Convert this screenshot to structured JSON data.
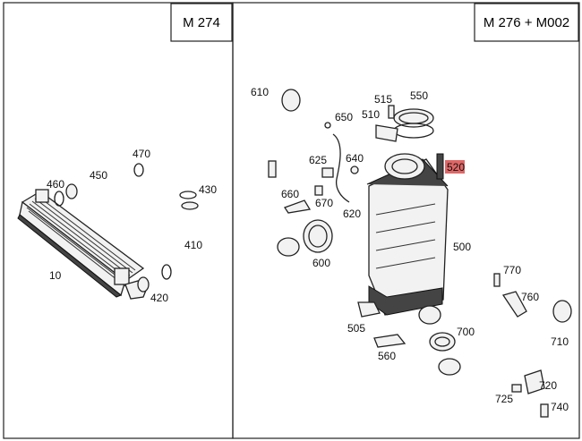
{
  "panels": [
    {
      "title": "M 274"
    },
    {
      "title": "M 276 + M002"
    }
  ],
  "callouts_left": [
    "470",
    "460",
    "450",
    "430",
    "410",
    "10",
    "420"
  ],
  "callouts_right": [
    "610",
    "650",
    "515",
    "550",
    "510",
    "625",
    "640",
    "520",
    "660",
    "670",
    "620",
    "600",
    "500",
    "770",
    "760",
    "505",
    "700",
    "710",
    "560",
    "720",
    "725",
    "740"
  ],
  "highlighted_callout": "520"
}
